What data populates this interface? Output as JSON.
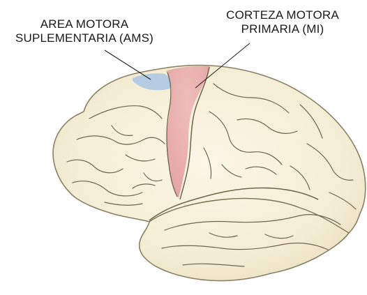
{
  "labels": {
    "ams": {
      "line1": "AREA MOTORA",
      "line2": "SUPLEMENTARIA (AMS)"
    },
    "mi": {
      "line1": "CORTEZA MOTORA",
      "line2": "PRIMARIA (MI)"
    }
  },
  "colors": {
    "brain_fill": "#f7f0dc",
    "brain_outline": "#8a7e63",
    "sulcus": "#6f654d",
    "primary_motor_cortex": "#e9a9a9",
    "supplementary_motor_area": "#a9c6e4",
    "leader_line": "#222222"
  }
}
